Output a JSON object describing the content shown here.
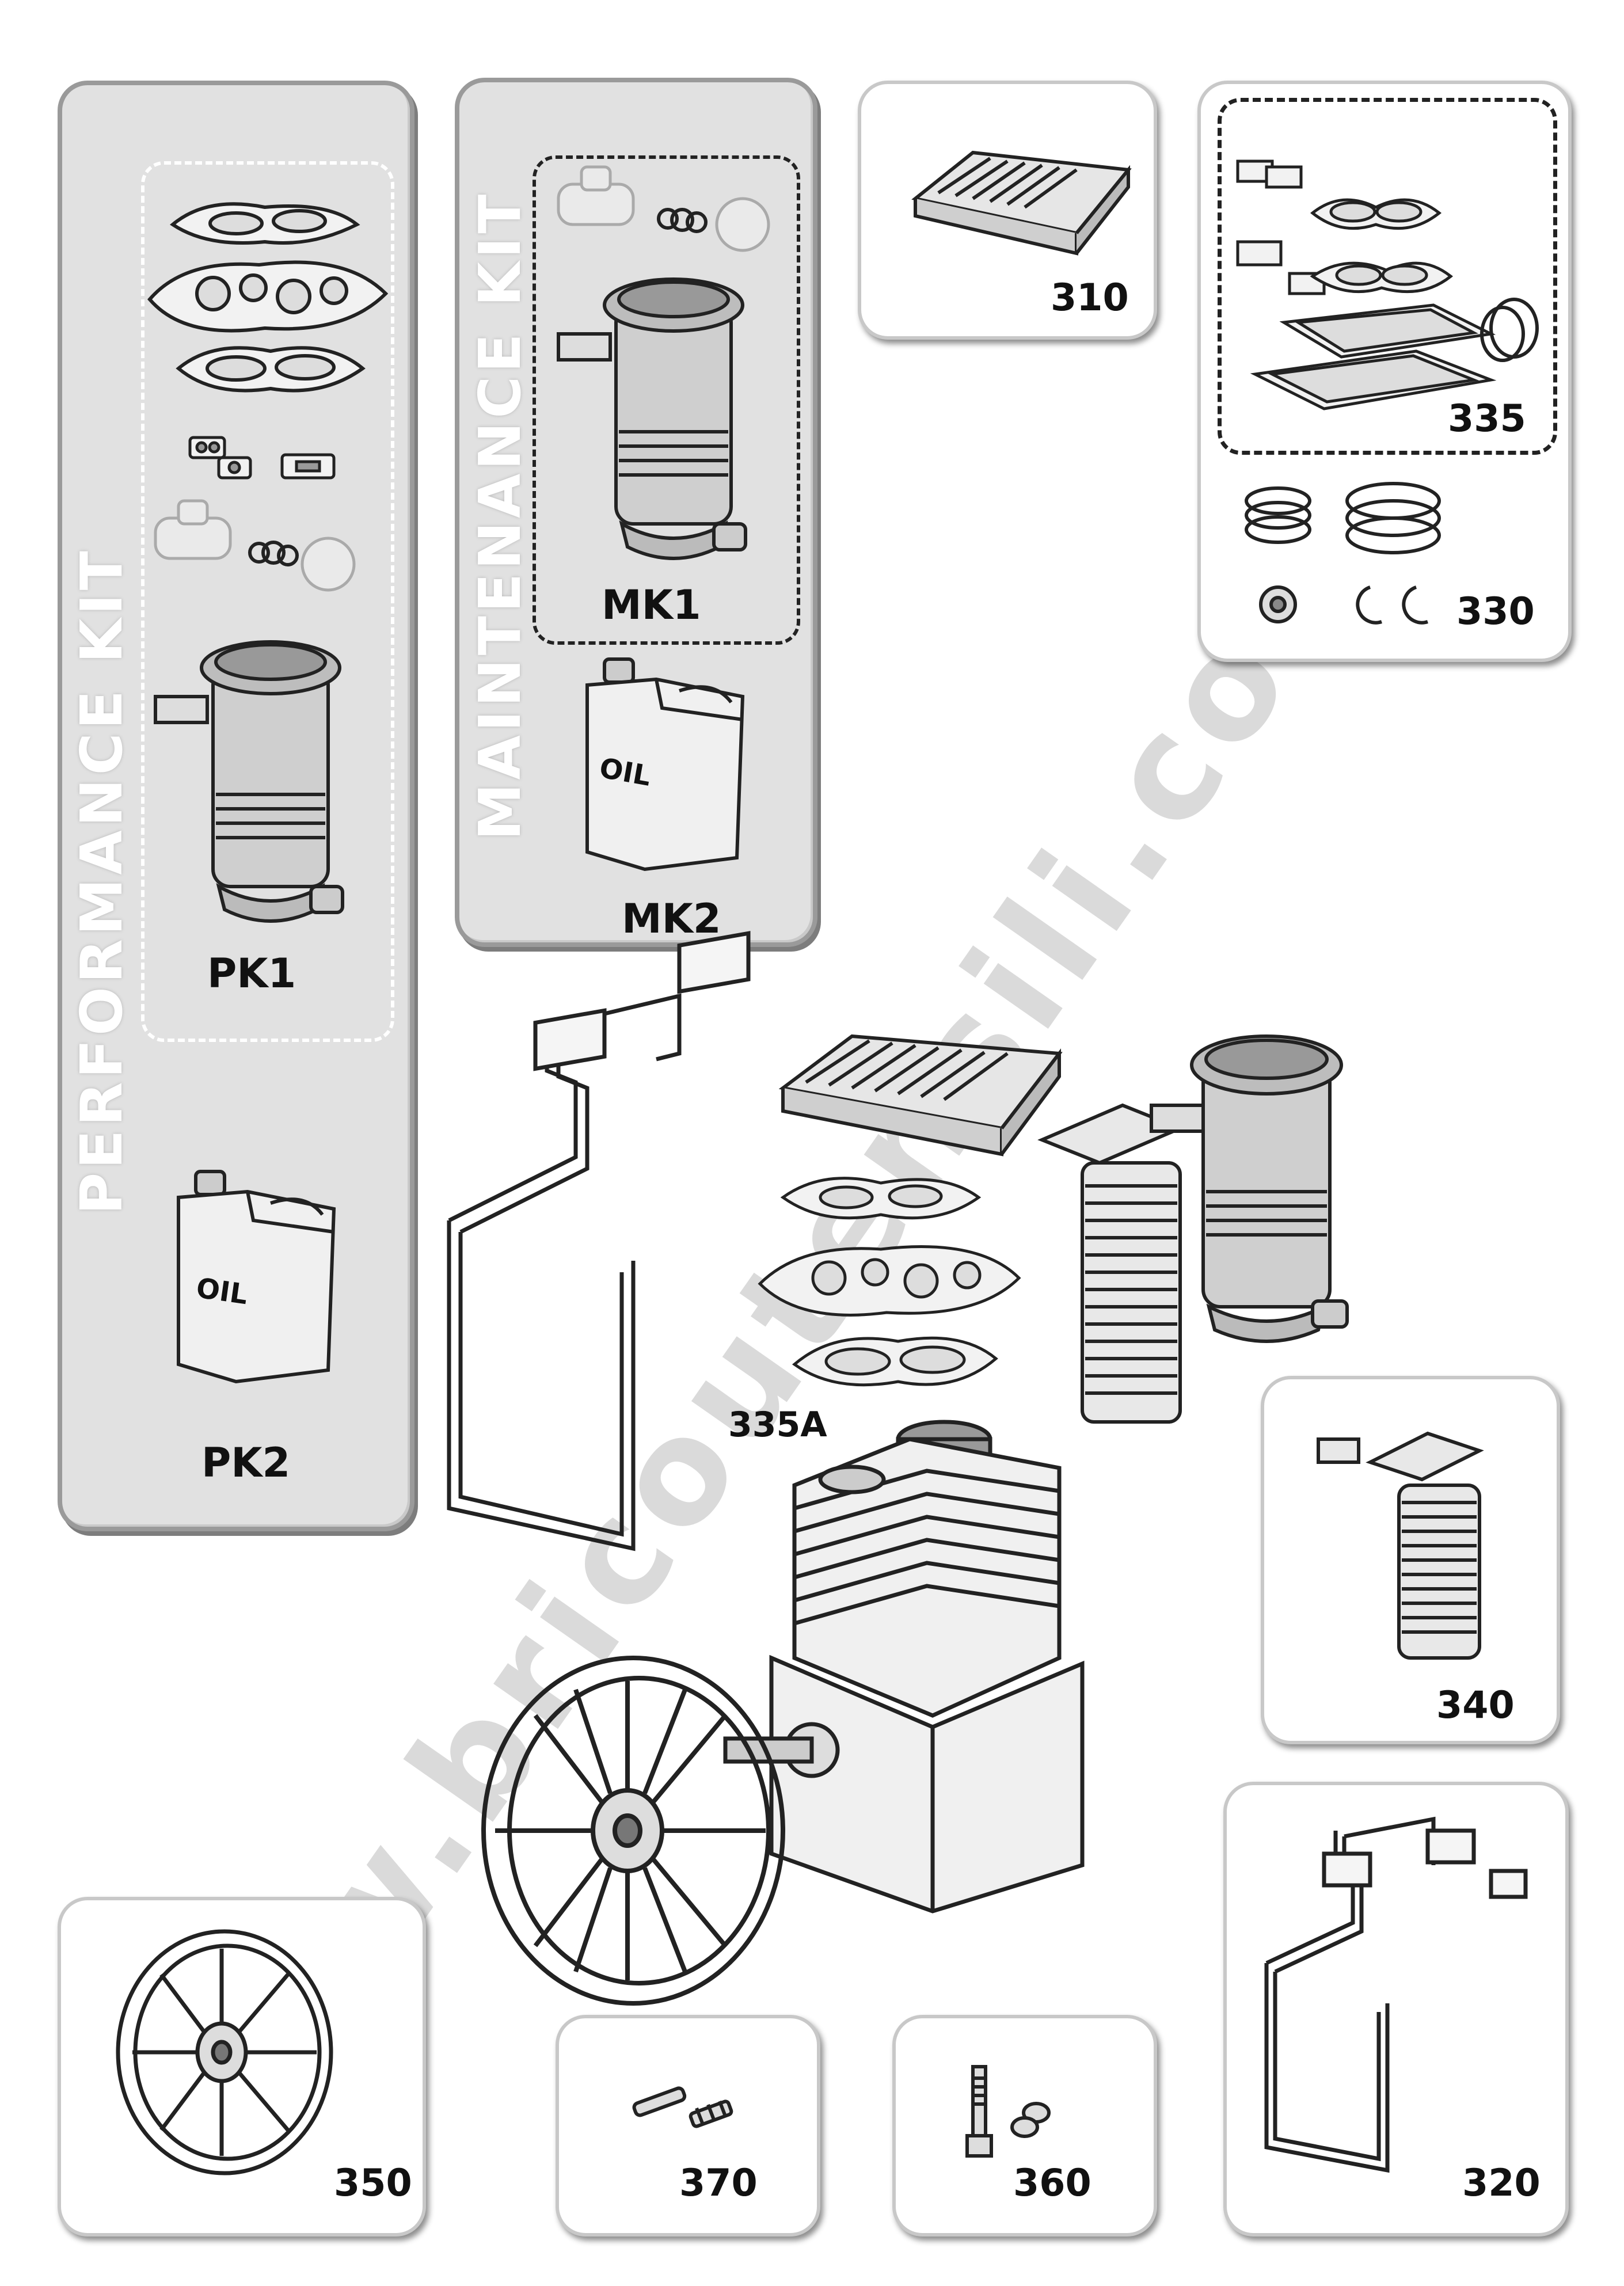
{
  "kits": {
    "performance": {
      "title": "PERFORMANCE KIT",
      "pk1": "PK1",
      "pk2": "PK2"
    },
    "maintenance": {
      "title": "MAINTENANCE KIT",
      "mk1": "MK1",
      "mk2": "MK2"
    }
  },
  "oil_label": "OIL",
  "parts": {
    "p310": "310",
    "p335": "335",
    "p330": "330",
    "p335a": "335A",
    "p340": "340",
    "p350": "350",
    "p370": "370",
    "p360": "360",
    "p320": "320"
  },
  "watermark": "www.bricoutensili.com",
  "colors": {
    "panel_grey": "#e1e1e1",
    "panel_border": "#9a9a9a",
    "line": "#222222"
  }
}
